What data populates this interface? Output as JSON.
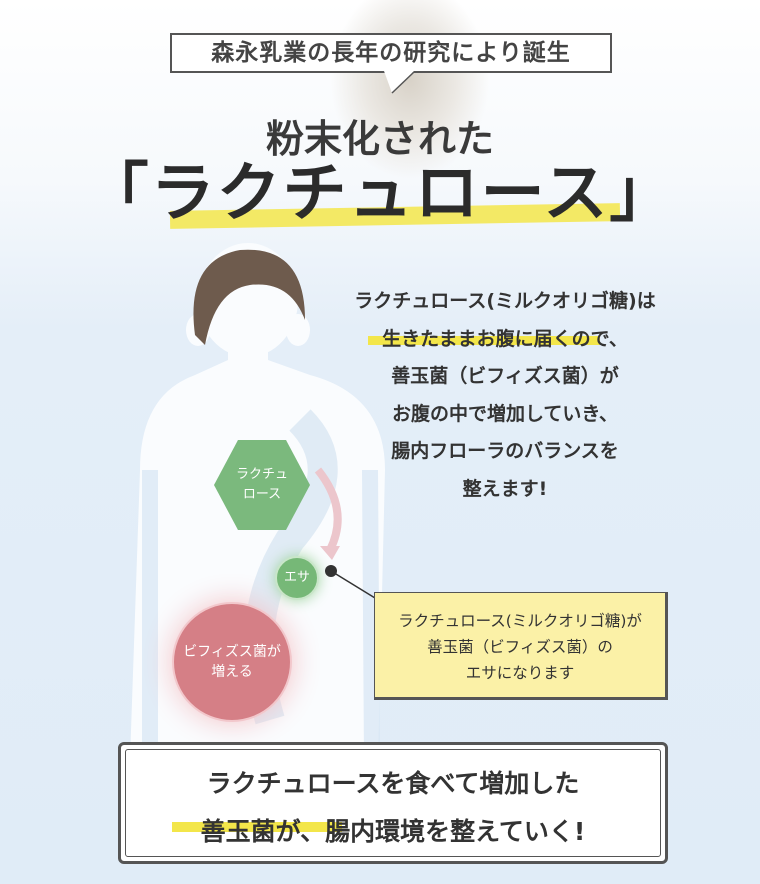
{
  "header": {
    "bubble": "森永乳業の長年の研究により誕生",
    "subtitle": "粉末化された",
    "title": "「ラクチュロース」"
  },
  "description": [
    "ラクチュロース(ミルクオリゴ糖)は",
    "生きたままお腹に届くので、",
    "善玉菌（ビフィズス菌）が",
    "お腹の中で増加していき、",
    "腸内フローラのバランスを",
    "整えます!"
  ],
  "diagram": {
    "hexagon": [
      "ラクチュ",
      "ロース"
    ],
    "feed": "エサ",
    "bifido": [
      "ビフィズス菌が",
      "増える"
    ]
  },
  "note": [
    "ラクチュロース(ミルクオリゴ糖)が",
    "善玉菌（ビフィズス菌）の",
    "エサになります"
  ],
  "conclusion": [
    "ラクチュロースを食べて増加した",
    "善玉菌が、腸内環境を整えていく!"
  ],
  "colors": {
    "highlight": "#f3e64a",
    "green": "#7bb97d",
    "red": "#d57f86",
    "hair": "#6e5b4d"
  }
}
